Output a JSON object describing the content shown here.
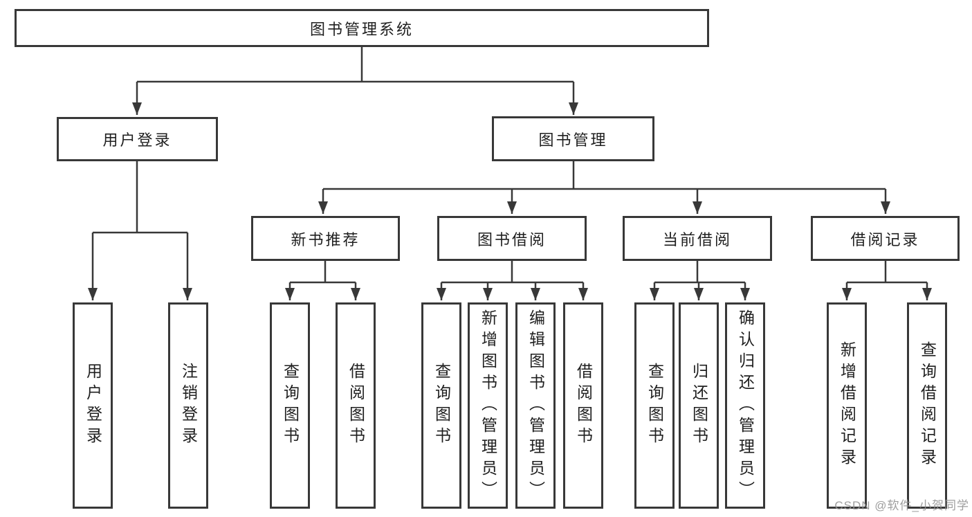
{
  "colors": {
    "background": "#ffffff",
    "line": "#383838",
    "box_border": "#383838",
    "text": "#1f1f1f",
    "watermark": "#949494"
  },
  "nodes": {
    "root": "图书管理系统",
    "user_login": "用户登录",
    "book_mgmt": "图书管理",
    "new_book_rec": "新书推荐",
    "book_borrow": "图书借阅",
    "current_borrow": "当前借阅",
    "borrow_records": "借阅记录",
    "leaf_user_login": "用户登录",
    "leaf_logout": "注销登录",
    "leaf_nbr_query_books": "查询图书",
    "leaf_nbr_borrow_books": "借阅图书",
    "leaf_bb_query_books": "查询图书",
    "leaf_bb_add_books": "新增图书（管理员）",
    "leaf_bb_edit_books": "编辑图书（管理员）",
    "leaf_bb_borrow_books": "借阅图书",
    "leaf_cb_query_books": "查询图书",
    "leaf_cb_return_books": "归还图书",
    "leaf_cb_confirm_return": "确认归还（管理员）",
    "leaf_rec_add_record": "新增借阅记录",
    "leaf_rec_query_record": "查询借阅记录"
  },
  "hierarchy": {
    "图书管理系统": [
      "用户登录",
      "图书管理"
    ],
    "用户登录": [
      "用户登录",
      "注销登录"
    ],
    "图书管理": [
      "新书推荐",
      "图书借阅",
      "当前借阅",
      "借阅记录"
    ],
    "新书推荐": [
      "查询图书",
      "借阅图书"
    ],
    "图书借阅": [
      "查询图书",
      "新增图书（管理员）",
      "编辑图书（管理员）",
      "借阅图书"
    ],
    "当前借阅": [
      "查询图书",
      "归还图书",
      "确认归还（管理员）"
    ],
    "借阅记录": [
      "新增借阅记录",
      "查询借阅记录"
    ]
  },
  "watermark": "CSDN @软件_小贺同学"
}
